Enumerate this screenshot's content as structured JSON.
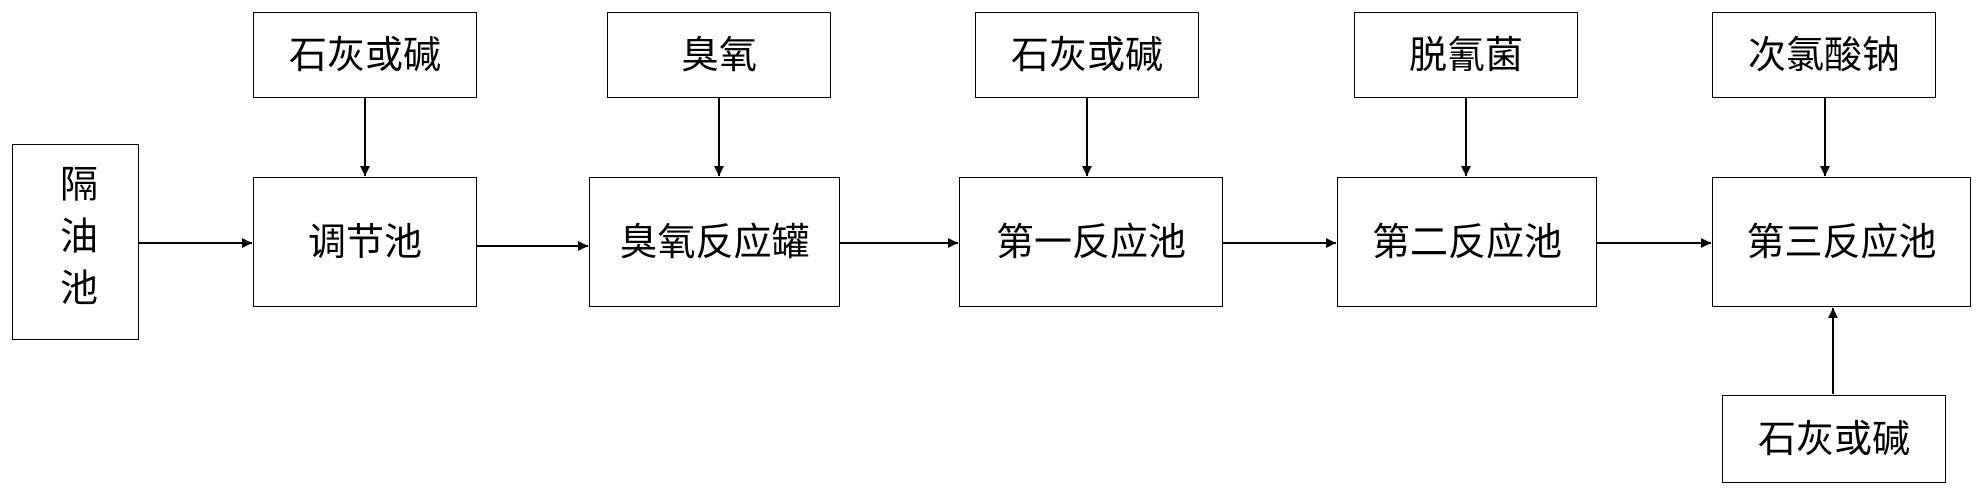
{
  "diagram": {
    "start": {
      "label": "隔油池"
    },
    "steps": [
      {
        "label": "调节池",
        "reagent": "石灰或碱"
      },
      {
        "label": "臭氧反应罐",
        "reagent": "臭氧"
      },
      {
        "label": "第一反应池",
        "reagent": "石灰或碱"
      },
      {
        "label": "第二反应池",
        "reagent": "脱氰菌"
      },
      {
        "label": "第三反应池",
        "reagent": "次氯酸钠",
        "reagent_bottom": "石灰或碱"
      }
    ]
  }
}
